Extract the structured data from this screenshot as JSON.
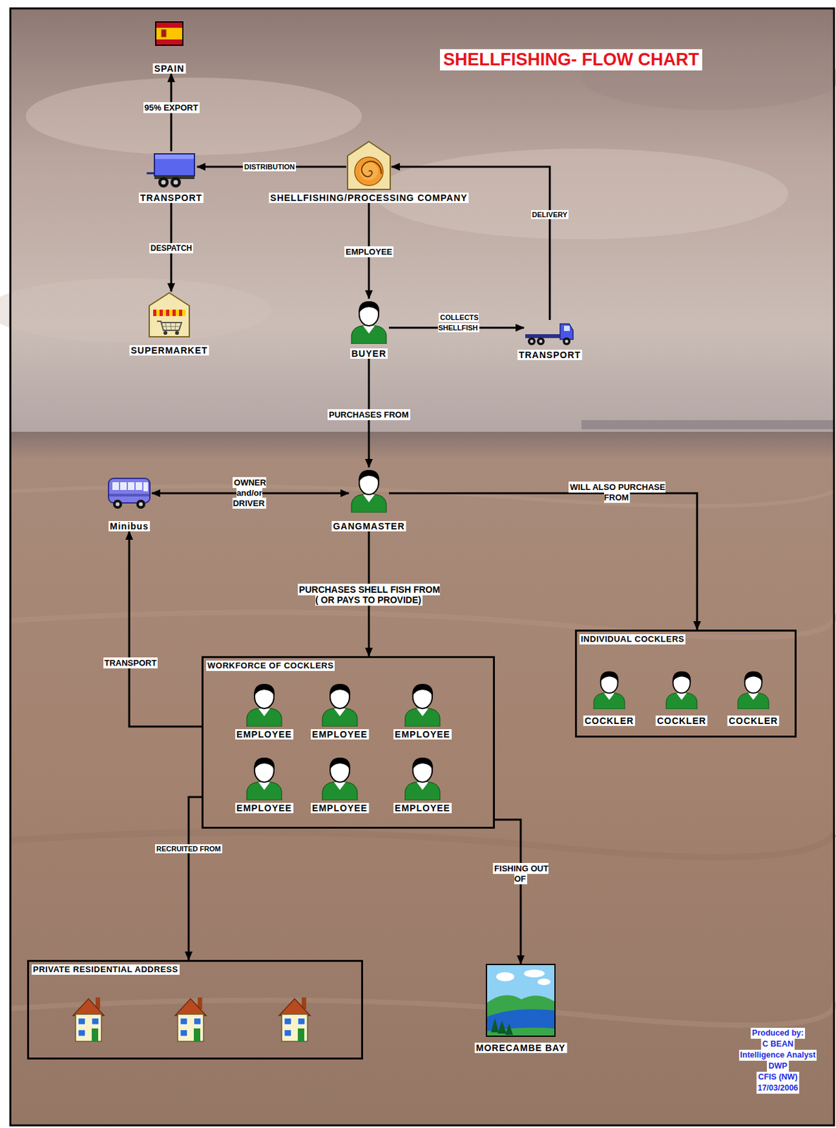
{
  "diagram": {
    "title": "SHELLFISHING- FLOW CHART",
    "nodes": [
      {
        "text": [
          "SPAIN"
        ]
      },
      {
        "text": [
          "TRANSPORT"
        ]
      },
      {
        "text": [
          "SHELLFISHING/PROCESSING COMPANY"
        ]
      },
      {
        "text": [
          "SUPERMARKET"
        ]
      },
      {
        "text": [
          "BUYER"
        ]
      },
      {
        "text": [
          "TRANSPORT"
        ]
      },
      {
        "text": [
          "Minibus"
        ]
      },
      {
        "text": [
          "GANGMASTER"
        ]
      },
      {
        "text": [
          "WORKFORCE OF COCKLERS"
        ]
      },
      {
        "text": [
          "EMPLOYEE"
        ],
        "in": 8
      },
      {
        "text": [
          "EMPLOYEE"
        ],
        "in": 8
      },
      {
        "text": [
          "EMPLOYEE"
        ],
        "in": 8
      },
      {
        "text": [
          "EMPLOYEE"
        ],
        "in": 8
      },
      {
        "text": [
          "EMPLOYEE"
        ],
        "in": 8
      },
      {
        "text": [
          "EMPLOYEE"
        ],
        "in": 8
      },
      {
        "text": [
          "INDIVIDUAL COCKLERS"
        ]
      },
      {
        "text": [
          "COCKLER"
        ],
        "in": 15
      },
      {
        "text": [
          "COCKLER"
        ],
        "in": 15
      },
      {
        "text": [
          "COCKLER"
        ],
        "in": 15
      },
      {
        "text": [
          "PRIVATE RESIDENTIAL ADDRESS"
        ]
      },
      {
        "text": [
          "MORECAMBE BAY"
        ]
      }
    ],
    "edges": [
      {
        "from": 1,
        "to": 0,
        "arrow": "to",
        "label": "95% EXPORT"
      },
      {
        "from": 2,
        "to": 1,
        "arrow": "to",
        "label": "DISTRIBUTION"
      },
      {
        "from": 1,
        "to": 3,
        "arrow": "to",
        "label": "DESPATCH"
      },
      {
        "from": 2,
        "to": 4,
        "arrow": "to",
        "label": "EMPLOYEE"
      },
      {
        "from": 4,
        "to": 5,
        "arrow": "to",
        "label": "COLLECTS SHELLFISH"
      },
      {
        "from": 5,
        "to": 2,
        "arrow": "to",
        "label": "DELIVERY"
      },
      {
        "from": 4,
        "to": 7,
        "arrow": "to",
        "label": "PURCHASES FROM"
      },
      {
        "from": 6,
        "to": 7,
        "arrow": "both",
        "label": "OWNER and/or DRIVER"
      },
      {
        "from": 7,
        "to": 15,
        "arrow": "to",
        "label": "WILL ALSO PURCHASE FROM"
      },
      {
        "from": 7,
        "to": 8,
        "arrow": "to",
        "label": "PURCHASES SHELL FISH FROM ( OR PAYS TO PROVIDE)"
      },
      {
        "from": 8,
        "to": 6,
        "arrow": "to",
        "label": "TRANSPORT"
      },
      {
        "from": 8,
        "to": 19,
        "arrow": "to",
        "label": "RECRUITED FROM"
      },
      {
        "from": 8,
        "to": 20,
        "arrow": "to",
        "label": "FISHING OUT OF"
      }
    ],
    "labels": [
      "Produced by:",
      "C BEAN",
      "Intelligence Analyst",
      "DWP",
      "CFIS (NW)",
      "17/03/2006"
    ]
  }
}
